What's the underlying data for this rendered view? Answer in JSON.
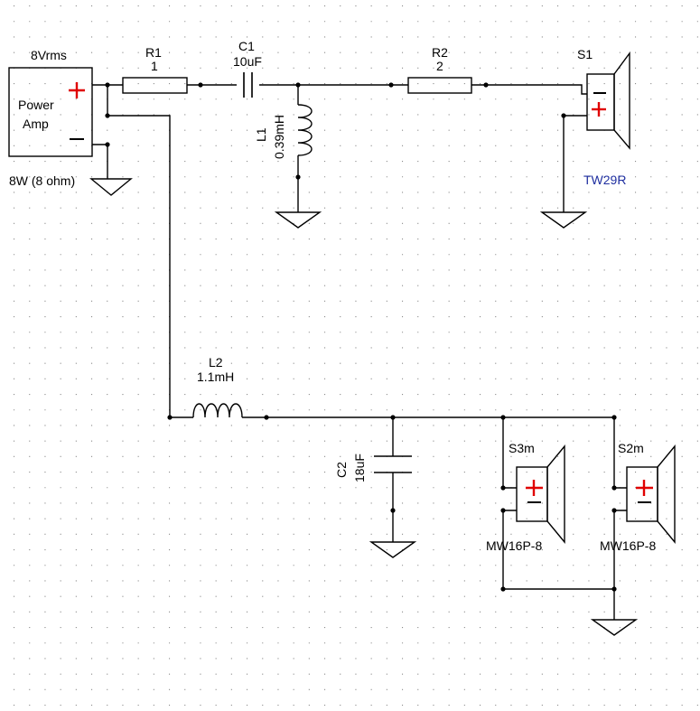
{
  "labels": {
    "amp_voltage": "8Vrms",
    "amp_name_line1": "Power",
    "amp_name_line2": "Amp",
    "amp_spec": "8W (8 ohm)",
    "r1_name": "R1",
    "r1_value": "1",
    "c1_name": "C1",
    "c1_value": "10uF",
    "r2_name": "R2",
    "r2_value": "2",
    "l1_name": "L1",
    "l1_value": "0.39mH",
    "s1_name": "S1",
    "s1_model": "TW29R",
    "l2_name": "L2",
    "l2_value": "1.1mH",
    "c2_name": "C2",
    "c2_value": "18uF",
    "s3_name": "S3m",
    "s3_model": "MW16P-8",
    "s2_name": "S2m",
    "s2_model": "MW16P-8"
  },
  "colors": {
    "grid_dot": "#8a8a8a",
    "polarity": "#e00000",
    "tweeter_model": "#1f2fa0",
    "wire": "#000000"
  }
}
